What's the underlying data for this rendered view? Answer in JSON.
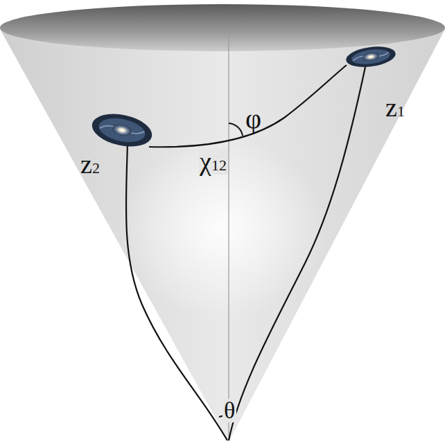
{
  "diagram": {
    "labels": [
      "φ",
      "z1",
      "z2",
      "χ12",
      "θ"
    ]
  }
}
